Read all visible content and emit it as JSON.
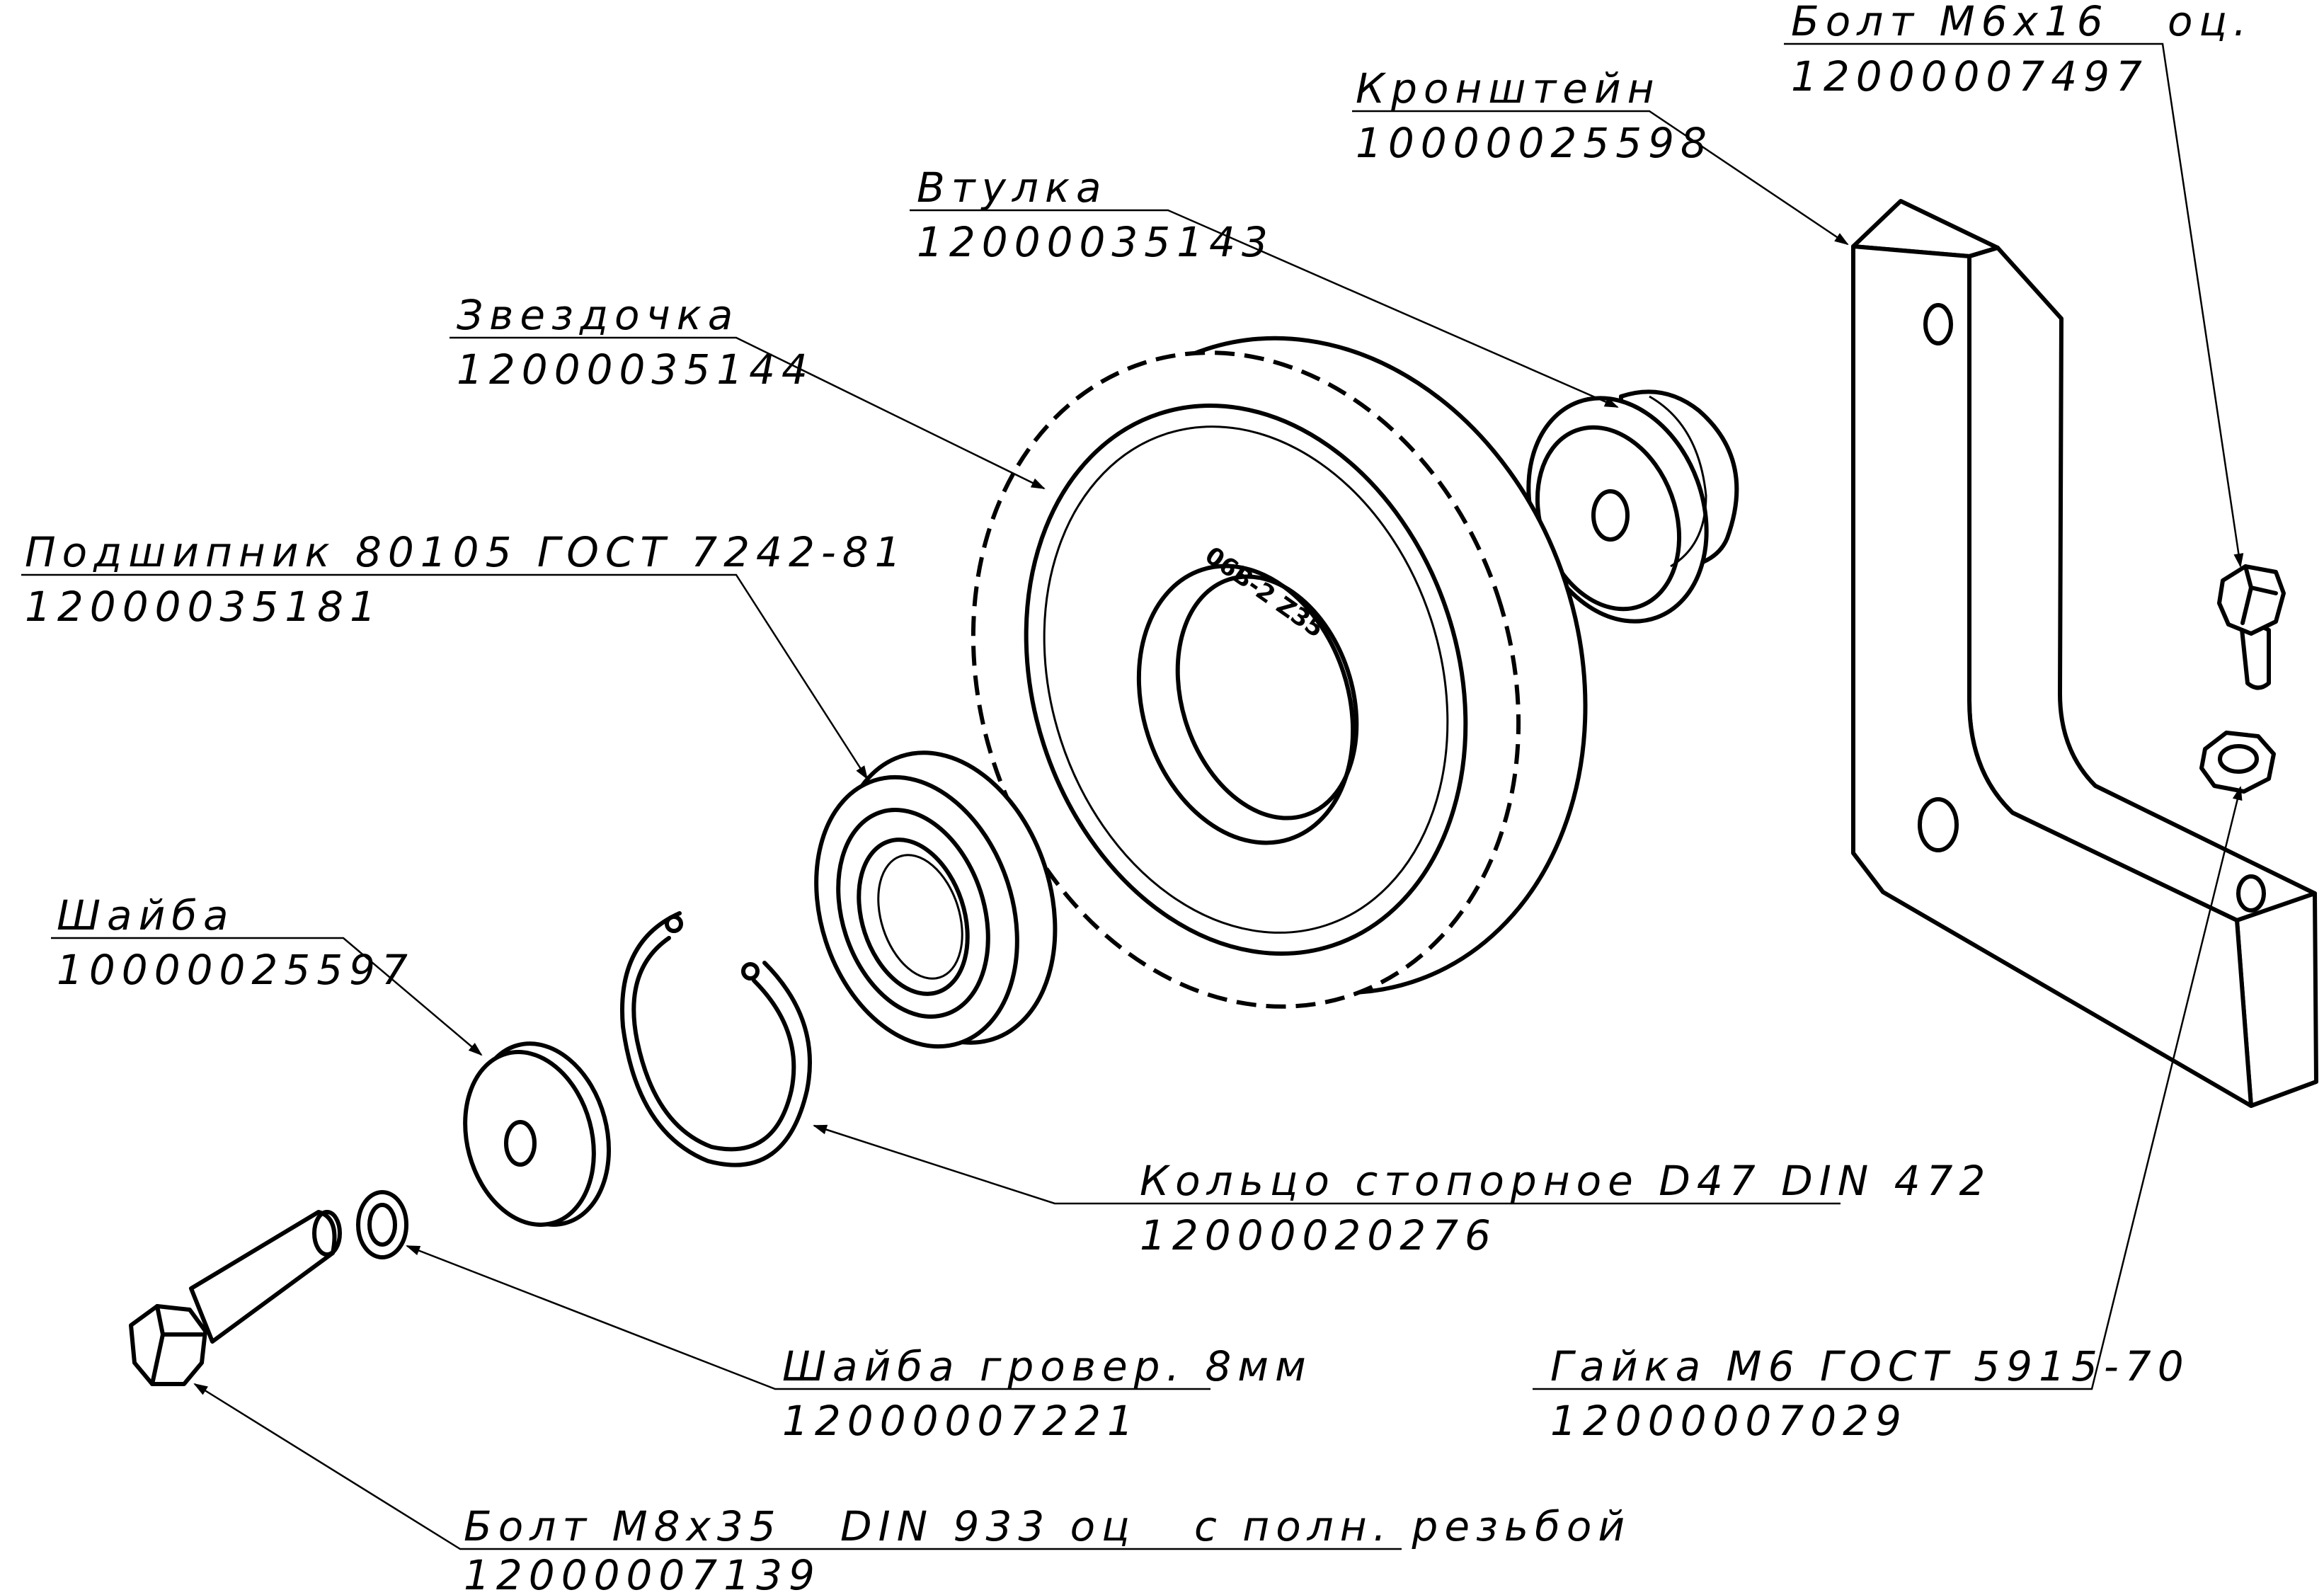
{
  "callouts": [
    {
      "id": "bolt-m6",
      "name": "Болт М6х16   оц.",
      "code": "12000007497"
    },
    {
      "id": "bracket",
      "name": "Кронштейн",
      "code": "10000025598"
    },
    {
      "id": "bushing",
      "name": "Втулка",
      "code": "12000035143"
    },
    {
      "id": "sprocket",
      "name": "Звездочка",
      "code": "12000035144"
    },
    {
      "id": "bearing",
      "name": "Подшипник 80105 ГОСТ 7242-81",
      "code": "12000035181"
    },
    {
      "id": "washer",
      "name": "Шайба",
      "code": "10000025597"
    },
    {
      "id": "retaining-ring",
      "name": "Кольцо стопорное D47 DIN 472",
      "code": "12000020276"
    },
    {
      "id": "spring-washer",
      "name": "Шайба гровер. 8мм",
      "code": "12000007221"
    },
    {
      "id": "nut-m6",
      "name": "Гайка М6 ГОСТ 5915-70",
      "code": "12000007029"
    },
    {
      "id": "bolt-m8",
      "name": "Болт М8х35   DIN 933 оц   с полн. резьбой",
      "code": "12000007139"
    }
  ],
  "sprocket_marking": "06B-2 Z35"
}
